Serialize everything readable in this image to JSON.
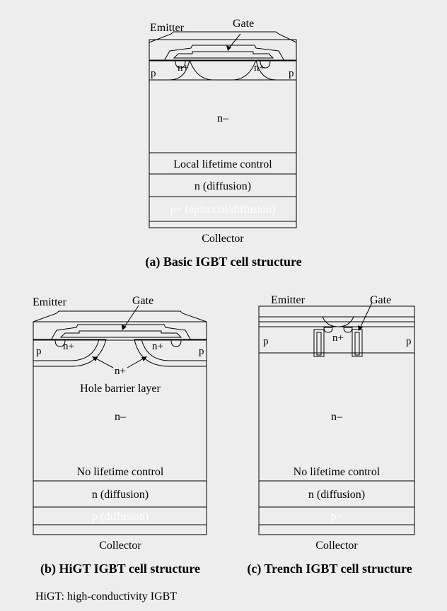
{
  "diagram_a": {
    "emitter": "Emitter",
    "gate": "Gate",
    "p_left": "p",
    "p_right": "p",
    "nplus_left": "n+",
    "nplus_right": "n+",
    "n_minus": "n–",
    "layer1": "Local lifetime control",
    "layer2": "n (diffusion)",
    "layer3": "p+ (epitaxial/diffusion)",
    "collector": "Collector",
    "caption": "(a) Basic IGBT cell structure"
  },
  "diagram_b": {
    "emitter": "Emitter",
    "gate": "Gate",
    "p_left": "p",
    "p_right": "p",
    "nplus_left": "n+",
    "nplus_right": "n+",
    "nplus_bottom": "n+",
    "hole_barrier": "Hole barrier layer",
    "n_minus": "n–",
    "layer1": "No lifetime control",
    "layer2": "n (diffusion)",
    "layer3": "p (diffusion)",
    "collector": "Collector",
    "caption": "(b) HiGT IGBT cell structure"
  },
  "diagram_c": {
    "emitter": "Emitter",
    "gate": "Gate",
    "p_left": "p",
    "p_right": "p",
    "nplus": "n+",
    "n_minus": "n–",
    "layer1": "No lifetime control",
    "layer2": "n (diffusion)",
    "layer3": "p+",
    "collector": "Collector",
    "caption": "(c) Trench IGBT cell structure"
  },
  "footnote": "HiGT: high-conductivity IGBT",
  "colors": {
    "background": "#ededed",
    "n_minus": "#d9d9d9",
    "p_region": "#bdbdbd",
    "n_diffusion": "#a6a6a6",
    "p_bottom": "#7a7a7a",
    "collector_metal": "#5c5c5c",
    "emitter_metal": "#777777",
    "oxide": "#ffffff"
  }
}
